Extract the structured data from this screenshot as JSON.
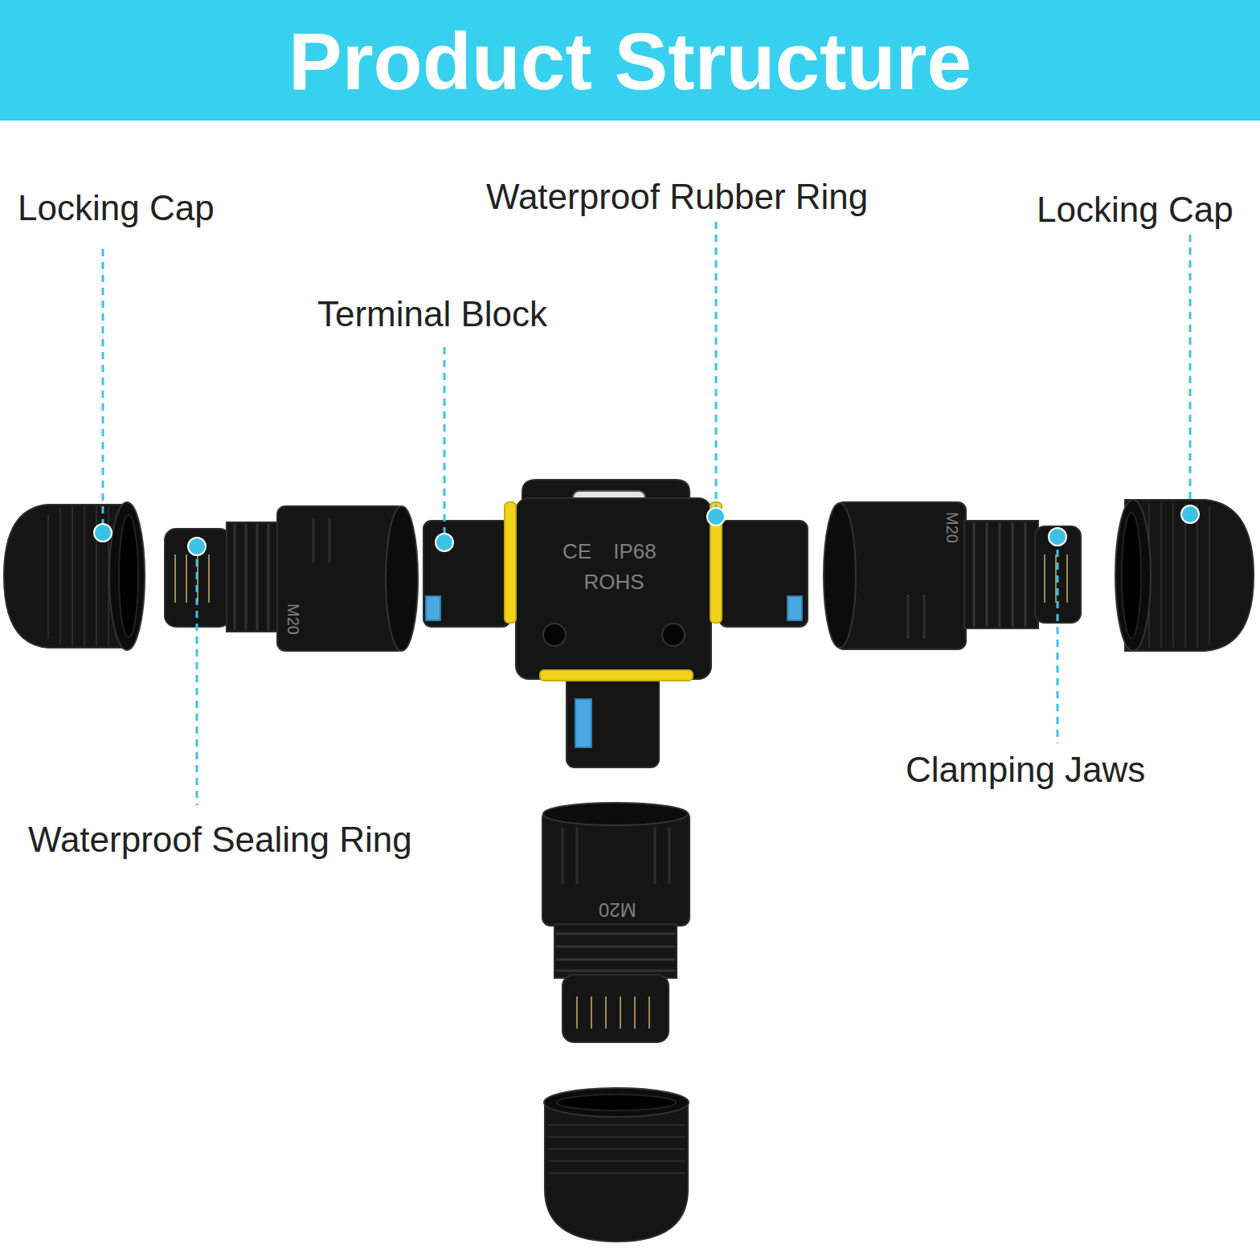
{
  "diagram": {
    "title": "Product Structure",
    "labels": [
      "Locking Cap",
      "Waterproof Rubber Ring",
      "Locking Cap",
      "Terminal Block",
      "CE",
      "IP68",
      "ROHS",
      "M20",
      "M20",
      "M20",
      "Clamping Jaws",
      "Waterproof Sealing Ring"
    ]
  }
}
